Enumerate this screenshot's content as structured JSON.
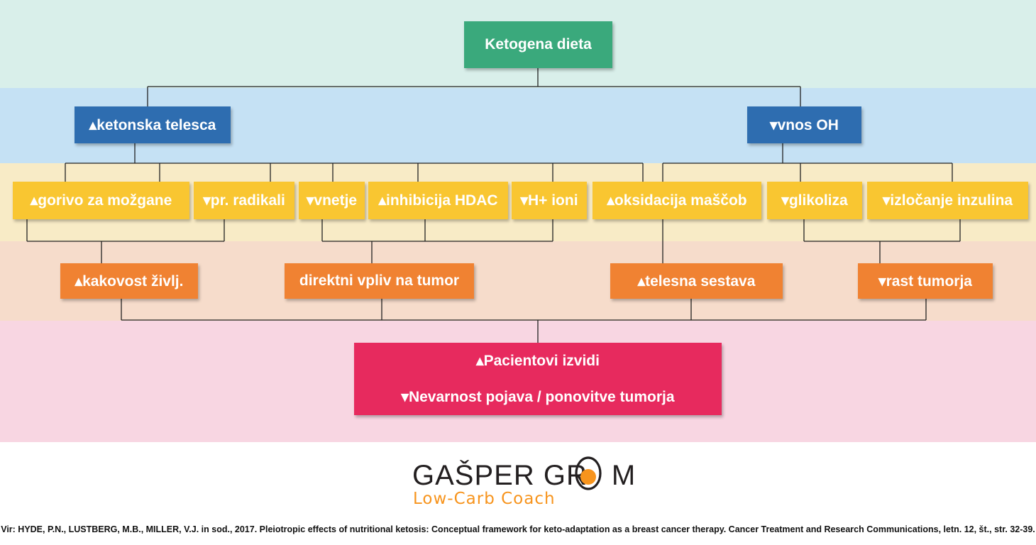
{
  "top": "Ketogena dieta",
  "level2": {
    "left": "▴ketonska telesca",
    "right": "▾vnos OH"
  },
  "level3": [
    "▴gorivo za možgane",
    "▾pr. radikali",
    "▾vnetje",
    "▴inhibicija HDAC",
    "▾H+ ioni",
    "▴oksidacija maščob",
    "▾glikoliza",
    "▾izločanje inzulina"
  ],
  "level4": [
    "▴kakovost življ.",
    "direktni vpliv na tumor",
    "▴telesna sestava",
    "▾rast tumorja"
  ],
  "outcome": {
    "line1": "▴Pacientovi izvidi",
    "line2": "▾Nevarnost pojava / ponovitve tumorja"
  },
  "logo": {
    "name_part1": "GAŠPER GR",
    "name_part2": "M",
    "subtitle": "Low-Carb Coach"
  },
  "source": "Vir: HYDE, P.N., LUSTBERG, M.B., MILLER, V.J. in sod., 2017. Pleiotropic effects of nutritional ketosis: Conceptual framework for keto-adaptation as a breast cancer therapy. Cancer Treatment and Research Communications, letn. 12, št., str. 32-39.",
  "colors": {
    "top_node": "#3aa97c",
    "level2_nodes": "#2e6db0",
    "level3_nodes": "#f9c631",
    "level4_nodes": "#f08232",
    "outcome_node": "#e72a5e",
    "logo_accent": "#f7941d"
  }
}
